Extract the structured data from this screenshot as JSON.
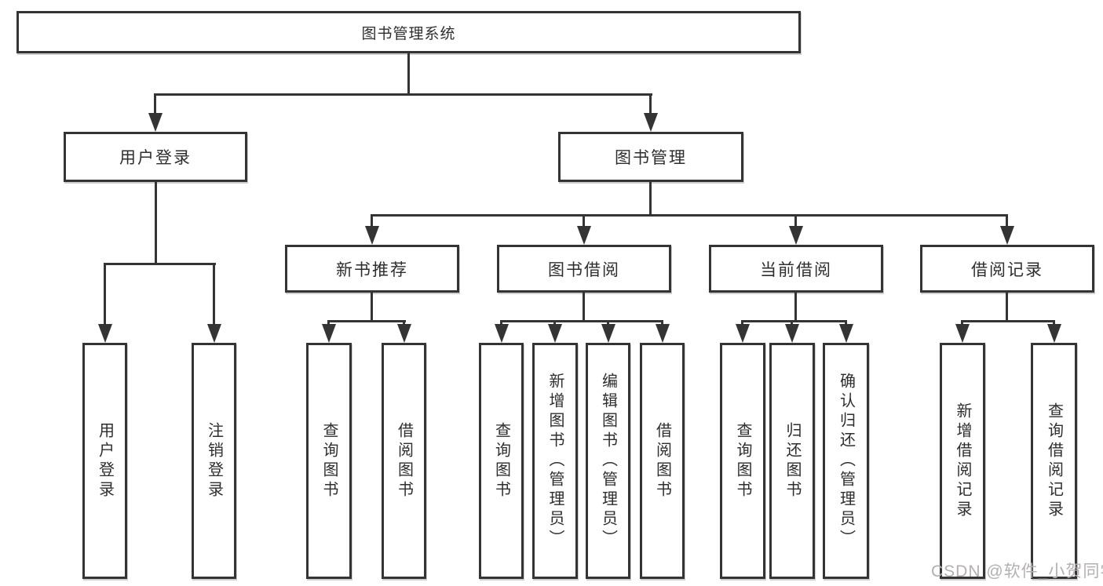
{
  "tree": {
    "label": "图书管理系统",
    "children": [
      {
        "label": "用户登录",
        "children": [
          {
            "label": "用户登录"
          },
          {
            "label": "注销登录"
          }
        ]
      },
      {
        "label": "图书管理",
        "children": [
          {
            "label": "新书推荐",
            "children": [
              {
                "label": "查询图书"
              },
              {
                "label": "借阅图书"
              }
            ]
          },
          {
            "label": "图书借阅",
            "children": [
              {
                "label": "查询图书"
              },
              {
                "label": "新增图书（管理员）"
              },
              {
                "label": "编辑图书（管理员）"
              },
              {
                "label": "借阅图书"
              }
            ]
          },
          {
            "label": "当前借阅",
            "children": [
              {
                "label": "查询图书"
              },
              {
                "label": "归还图书"
              },
              {
                "label": "确认归还（管理员）"
              }
            ]
          },
          {
            "label": "借阅记录",
            "children": [
              {
                "label": "新增借阅记录"
              },
              {
                "label": "查询借阅记录"
              }
            ]
          }
        ]
      }
    ]
  },
  "watermark": {
    "text": "CSDN @软件_小贺同学"
  },
  "colors": {
    "line": "#343434",
    "box_border": "#343434",
    "text": "#2e2e2e",
    "background": "#ffffff",
    "watermark": "#b5b0b0"
  }
}
